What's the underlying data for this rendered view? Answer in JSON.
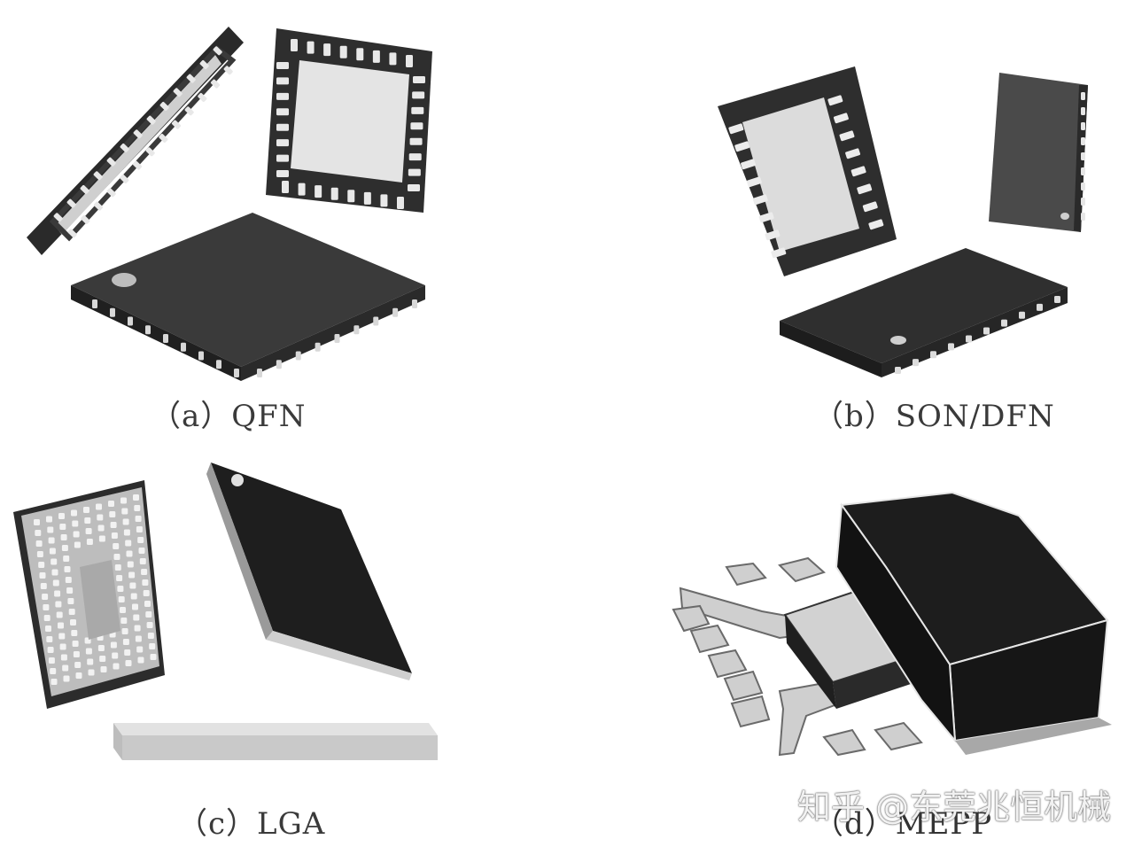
{
  "captions": {
    "a": "（a）QFN",
    "b": "（b）SON/DFN",
    "c": "（c）LGA",
    "d": "（d）MEPP"
  },
  "watermark": "知乎 @东莞兆恒机械",
  "colors": {
    "body_dark": "#2b2b2b",
    "pad_gray": "#d6d6d6",
    "lead_gray": "#bdbdbd"
  }
}
